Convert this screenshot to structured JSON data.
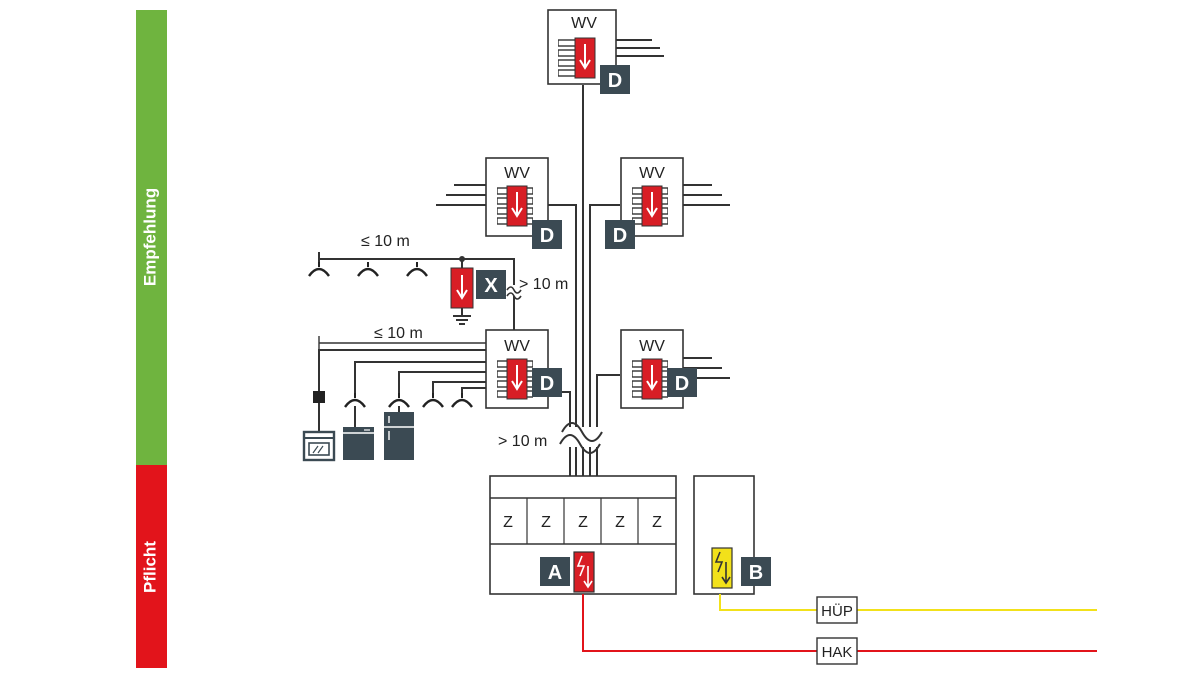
{
  "sidebar": {
    "top_label": "Empfehlung",
    "bottom_label": "Pflicht",
    "top_color": "#6fb43f",
    "bottom_color": "#e2141b"
  },
  "distribution_boxes": {
    "label": "WV",
    "spd_badge": "D"
  },
  "spd_x": {
    "badge": "X"
  },
  "distances": {
    "max_10m": "≤ 10 m",
    "over_10m": "> 10 m"
  },
  "meter_cabinet": {
    "meter_label": "Z",
    "spd_a_badge": "A"
  },
  "telecom_box": {
    "spd_b_badge": "B"
  },
  "connections": {
    "telecom": "HÜP",
    "power": "HAK"
  },
  "colors": {
    "spd_red": "#d81e25",
    "badge_dark": "#3b4a53",
    "telecom_line": "#f2e11a",
    "power_line": "#e2141b"
  }
}
